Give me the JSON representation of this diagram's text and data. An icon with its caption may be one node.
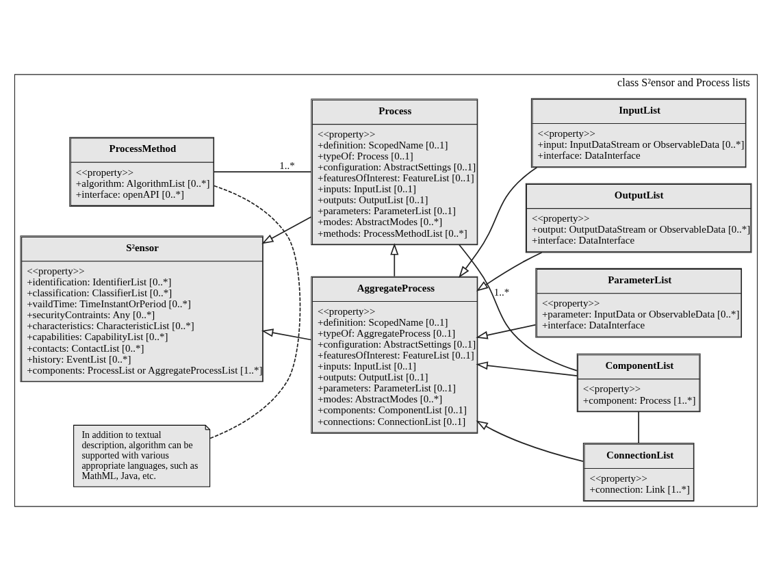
{
  "diagram": {
    "nodes": [
      {
        "text": [
          "class S²ensor and Process lists"
        ]
      },
      {
        "text": [
          "S²ensor",
          "<<property>>",
          "+identification: IdentifierList [0..*]",
          "+classification: ClassifierList [0..*]",
          "+vaildTime: TimeInstantOrPeriod [0..*]",
          "+securityContraints: Any [0..*]",
          "+characteristics: CharacteristicList [0..*]",
          "+capabilities: CapabilityList [0..*]",
          "+contacts: ContactList [0..*]",
          "+history: EventList [0..*]",
          "+components: ProcessList or AggregateProcessList [1..*]"
        ],
        "in": 0
      },
      {
        "text": [
          "AggregateProcess",
          "<<property>>",
          "+definition: ScopedName [0..1]",
          "+typeOf: AggregateProcess [0..1]",
          "+configuration: AbstractSettings [0..1]",
          "+featuresOfInterest: FeatureList [0..1]",
          "+inputs: InputList [0..1]",
          "+outputs: OutputList [0..1]",
          "+parameters: ParameterList [0..1]",
          "+modes: AbstractModes [0..*]",
          "+components: ComponentList [0..1]",
          "+connections: ConnectionList [0..1]"
        ],
        "in": 0
      },
      {
        "text": [
          "InputList",
          "<<property>>",
          "+input: InputDataStream or ObservableData [0..*]",
          "+interface: DataInterface"
        ],
        "in": 0
      },
      {
        "text": [
          "OutputList",
          "<<property>>",
          "+output: OutputDataStream or ObservableData [0..*]",
          "+interface: DataInterface"
        ],
        "in": 0
      },
      {
        "text": [
          "ParameterList",
          "<<property>>",
          "+parameter: InputData or ObservableData [0..*]",
          "+interface: DataInterface"
        ],
        "in": 0
      },
      {
        "text": [
          "Process",
          "<<property>>",
          "+definition: ScopedName [0..1]",
          "+typeOf: Process [0..1]",
          "+configuration: AbstractSettings [0..1]",
          "+featuresOfInterest: FeatureList [0..1]",
          "+inputs: InputList [0..1]",
          "+outputs: OutputList [0..1]",
          "+parameters: ParameterList [0..1]",
          "+modes: AbstractModes [0..*]",
          "+methods: ProcessMethodList [0..*]"
        ],
        "in": 0
      },
      {
        "text": [
          "ComponentList",
          "<<property>>",
          "+component: Process [1..*]"
        ],
        "in": 0
      },
      {
        "text": [
          "ConnectionList",
          "<<property>>",
          "+connection: Link [1..*]"
        ],
        "in": 0
      },
      {
        "text": [
          "ProcessMethod",
          "<<property>>",
          "+algorithm: AlgorithmList [0..*]",
          "+interface: openAPI [0..*]"
        ],
        "in": 0
      },
      {
        "text": [
          "In addition to textual description, algorithm can be supported with various appropriate languages, such as MathML, Java, etc."
        ],
        "in": 0
      }
    ],
    "edges": [
      {
        "from": 2,
        "to": 1,
        "arrow": "to"
      },
      {
        "from": 3,
        "to": 2,
        "arrow": "to"
      },
      {
        "from": 4,
        "to": 2,
        "arrow": "to"
      },
      {
        "from": 5,
        "to": 2,
        "arrow": "to"
      },
      {
        "from": 6,
        "to": 1,
        "arrow": "to"
      },
      {
        "from": 2,
        "to": 6,
        "arrow": "to"
      },
      {
        "from": 7,
        "to": 2,
        "arrow": "to"
      },
      {
        "from": 8,
        "to": 2,
        "arrow": "to"
      },
      {
        "from": 6,
        "to": 7,
        "arrow": "none",
        "label": "1..*"
      },
      {
        "from": 7,
        "to": 8,
        "arrow": "none"
      },
      {
        "from": 6,
        "to": 9,
        "arrow": "none",
        "label": "1..*"
      },
      {
        "from": 9,
        "to": 10,
        "arrow": "none",
        "style": "dashed"
      }
    ]
  }
}
